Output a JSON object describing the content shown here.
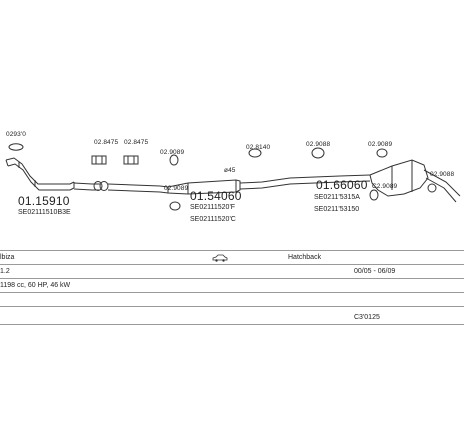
{
  "diagram": {
    "part_labels": {
      "top_left_code": "0293'0",
      "clip_a": "02.8475",
      "clip_b": "02.8475",
      "hanger_a": "02.9089",
      "hanger_b": "02.9089",
      "flange_gasket": "02.8140",
      "hanger_c": "02.9088",
      "hanger_d": "02.9089",
      "hanger_e": "C2.9089",
      "tail_clamp": "02.9088",
      "pipe_dim": "ø45"
    },
    "main_parts": {
      "front_pipe": {
        "number": "01.15910",
        "ref": "SE02111510B3E"
      },
      "middle_silencer": {
        "number": "01.54060",
        "ref1": "SE02111520'F",
        "ref2": "SE02111520'C"
      },
      "rear_silencer": {
        "number": "01.66060",
        "ref1": "SE0211'5315A",
        "ref2": "SE0211'53150"
      }
    }
  },
  "info": {
    "model": "lbiza",
    "body_type": "Hatchback",
    "car_icon": "car-icon",
    "engine": "1.2",
    "years": "00/05 - 06/09",
    "spec": "1198 cc, 60 HP, 46 kW",
    "catalog_code": "C3'0125"
  }
}
